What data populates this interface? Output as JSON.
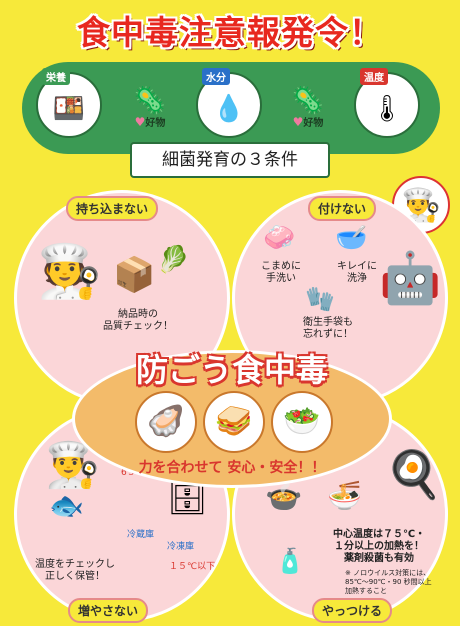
{
  "title": "食中毒注意報発令！",
  "conditions": {
    "subtitle": "細菌発育の３条件",
    "items": [
      {
        "label": "栄養",
        "color": "#3b9a54",
        "icon": "food-icon"
      },
      {
        "label": "水分",
        "color": "#2a70c8",
        "icon": "water-icon"
      },
      {
        "label": "温度",
        "color": "#d9362e",
        "icon": "thermometer-icon"
      }
    ],
    "germ_like": "好物"
  },
  "sections": {
    "bring_in": {
      "label": "持ち込まない",
      "note": "納品時の\n品質チェック！"
    },
    "attach": {
      "label": "付けない",
      "notes": [
        "こまめに\n手洗い",
        "キレイに\n洗浄",
        "衛生手袋も\n忘れずに！"
      ]
    },
    "increase": {
      "label": "増やさない",
      "note": "温度をチェックし\n正しく保管！",
      "temps": [
        "6５℃以上",
        "冷蔵庫",
        "冷凍庫",
        "１５℃以下"
      ]
    },
    "destroy": {
      "label": "やっつける",
      "note": "中心温度は７５℃・\n１分以上の加熱を！\n薬剤殺菌も有効",
      "small": "※ ノロウイルス対策には、\n85℃～90℃・90 秒間以上\n加熱すること"
    }
  },
  "center": {
    "title": "防ごう食中毒",
    "motto": "力を合わせて 安心・安全！！"
  }
}
